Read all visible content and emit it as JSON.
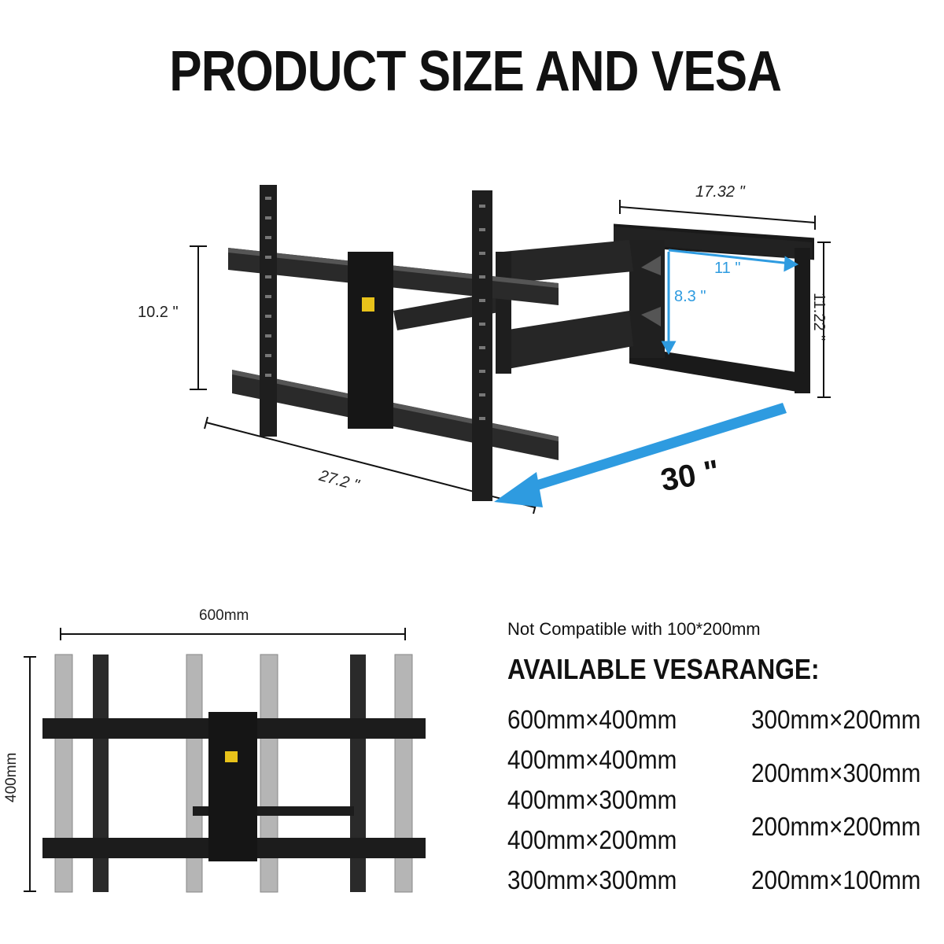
{
  "title": "PRODUCT SIZE AND VESA",
  "dimensions": {
    "arm_width": "17.32 \"",
    "plate_width": "11 \"",
    "plate_height": "8.3 \"",
    "arm_height": "11.22 \"",
    "wall_height": "10.2 \"",
    "wall_width": "27.2 \"",
    "extension": "30 \""
  },
  "front_view": {
    "width_label": "600mm",
    "height_label": "400mm"
  },
  "note": "Not Compatible  with 100*200mm",
  "vesa_heading": "AVAILABLE VESARANGE:",
  "vesa_left": [
    "600mm×400mm",
    "400mm×400mm",
    "400mm×300mm",
    "400mm×200mm",
    "300mm×300mm"
  ],
  "vesa_right": [
    "300mm×200mm",
    "200mm×300mm",
    "200mm×200mm",
    "200mm×100mm"
  ],
  "colors": {
    "mount": "#1a1a1a",
    "gray_rail": "#b0b0b0",
    "accent_blue": "#2e9be0",
    "badge": "#e8c21a"
  }
}
